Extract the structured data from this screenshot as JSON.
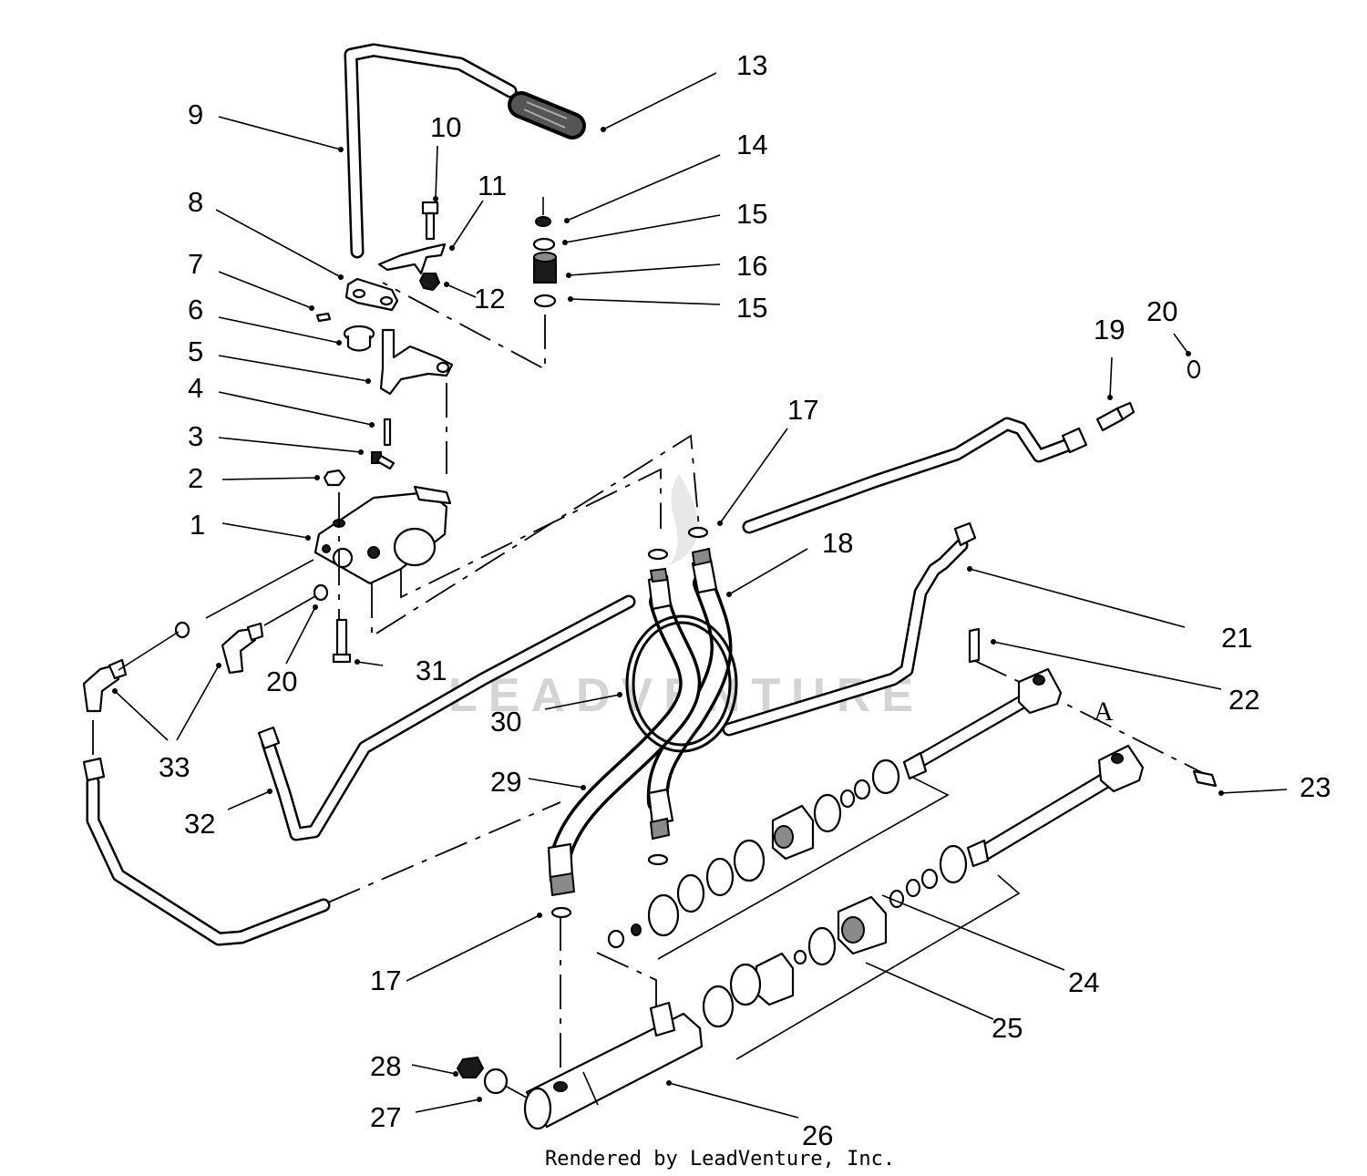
{
  "diagram": {
    "part_numbers": [
      "1",
      "2",
      "3",
      "4",
      "5",
      "6",
      "7",
      "8",
      "9",
      "10",
      "11",
      "12",
      "13",
      "14",
      "15",
      "15",
      "16",
      "17",
      "17",
      "18",
      "19",
      "20",
      "20",
      "21",
      "22",
      "23",
      "24",
      "25",
      "26",
      "27",
      "28",
      "29",
      "30",
      "31",
      "32",
      "33"
    ],
    "reference_marker": "A",
    "watermark": "LEADVENTURE",
    "credit": "Rendered by LeadVenture, Inc."
  }
}
